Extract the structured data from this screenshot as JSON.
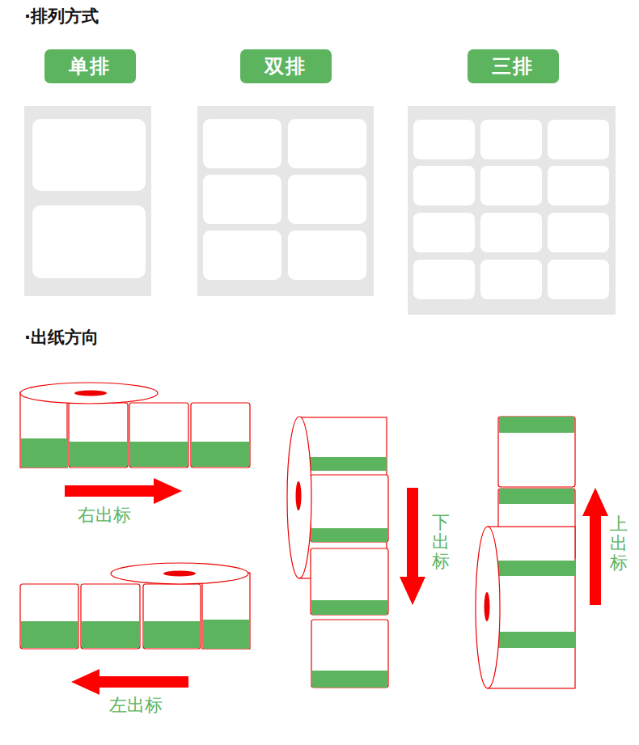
{
  "diagram": {
    "nodes": [
      {
        "text": [
          "单排"
        ]
      },
      {
        "text": [
          "双排"
        ]
      },
      {
        "text": [
          "三排"
        ]
      }
    ],
    "labels": [
      "·排列方式",
      "·出纸方向",
      "右出标",
      "左出标",
      "下出标",
      "上出标"
    ]
  }
}
